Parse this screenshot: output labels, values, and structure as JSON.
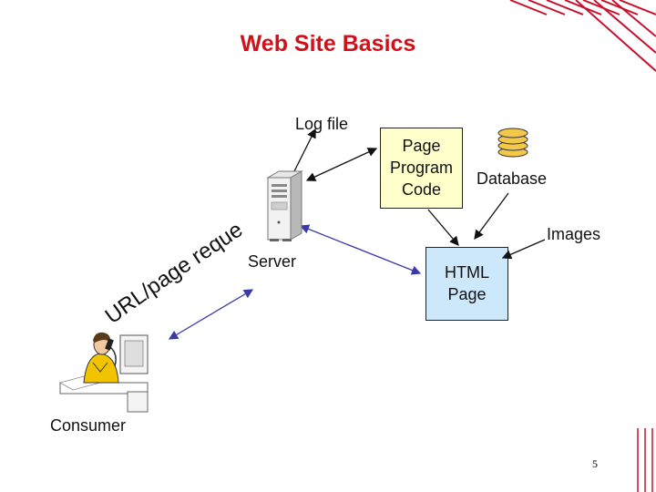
{
  "title": "Web Site Basics",
  "labels": {
    "log_file": "Log file",
    "server": "Server",
    "database": "Database",
    "images": "Images",
    "consumer": "Consumer",
    "url_request": "URL/page request"
  },
  "boxes": {
    "page_program": [
      "Page",
      "Program",
      "Code"
    ],
    "html_page": [
      "HTML",
      "Page"
    ]
  },
  "page_number": "5",
  "colors": {
    "title": "#d0101a",
    "page_box_fill": "#ffffcc",
    "html_box_fill": "#cde7fb",
    "arrow_black": "#111111",
    "arrow_blue": "#3a3aa8",
    "corner_red": "#c8102e"
  }
}
